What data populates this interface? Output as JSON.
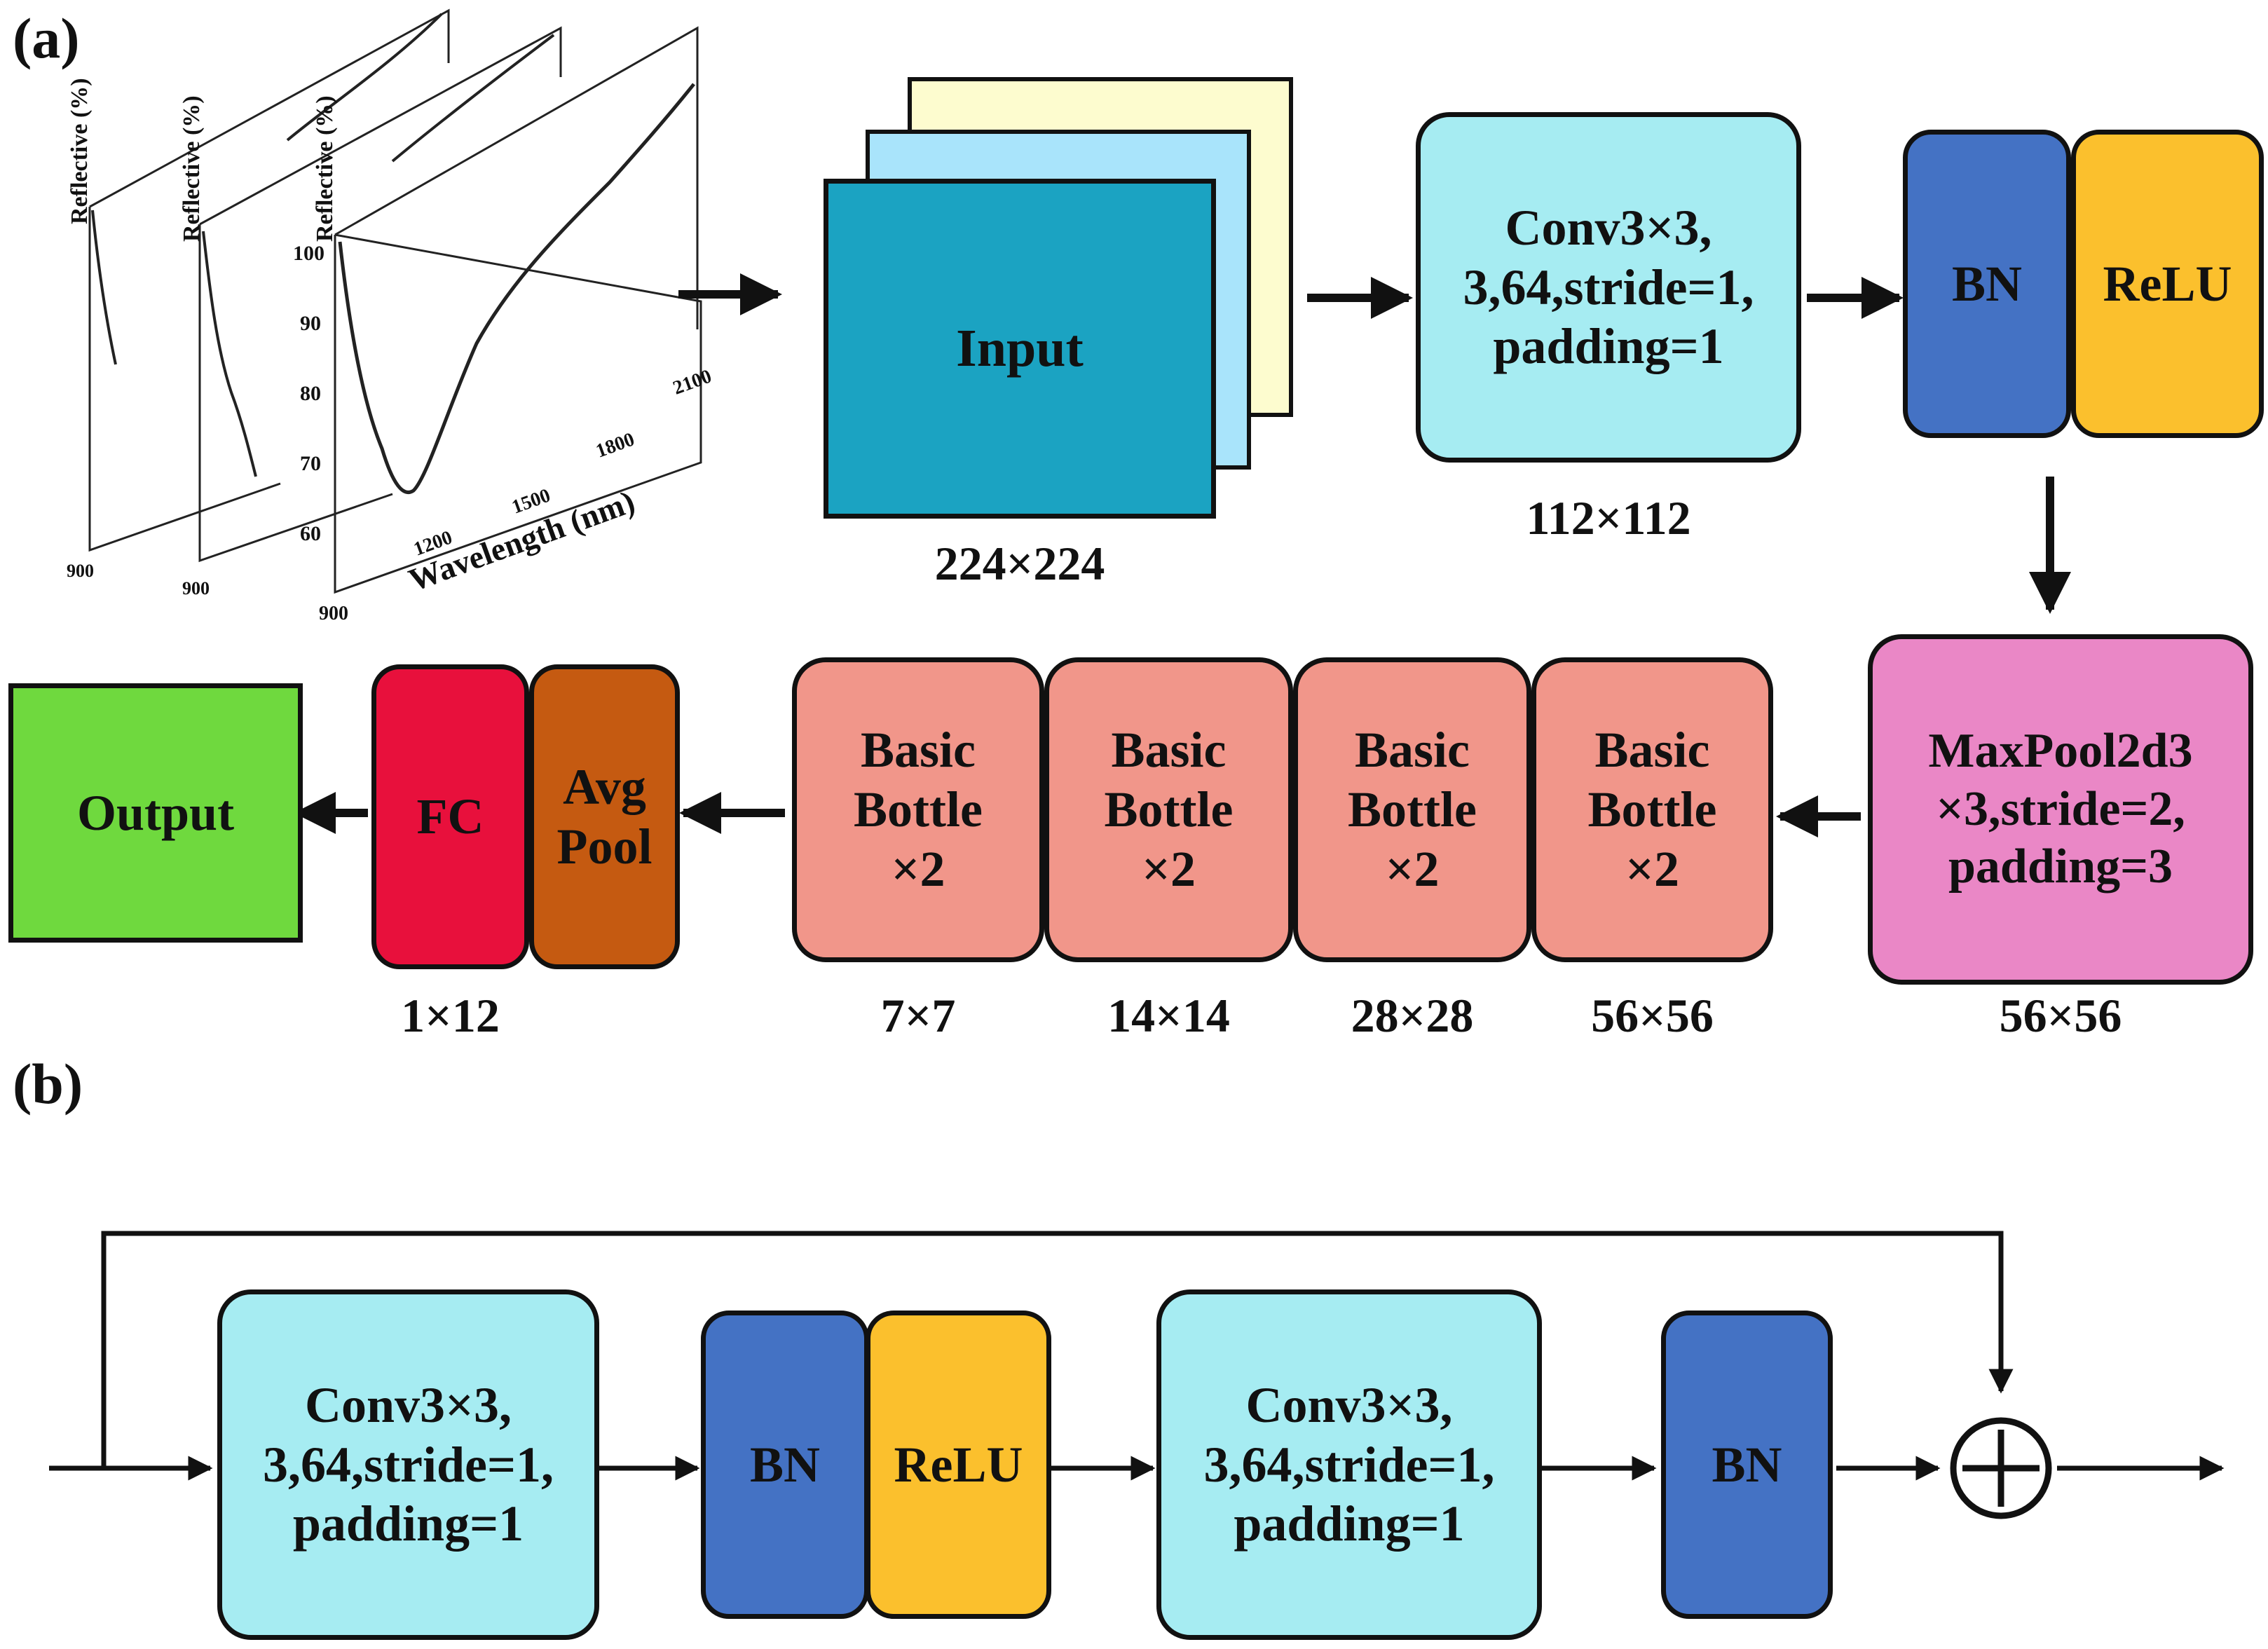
{
  "panels": {
    "a": "(a)",
    "b": "(b)"
  },
  "spectra": {
    "y_axis_label": "Reflective (%)",
    "y_ticks": [
      "100",
      "90",
      "80",
      "70",
      "60"
    ],
    "x_axis_label": "Wavelength (nm)",
    "x_ticks": [
      "900",
      "1200",
      "1500",
      "1800",
      "2100"
    ],
    "x_ticks_short": [
      "900",
      "900"
    ]
  },
  "top_row": {
    "input": {
      "label": "Input",
      "size": "224×224"
    },
    "conv1": {
      "line1": "Conv3×3,",
      "line2": "3,64,stride=1,",
      "line3": "padding=1",
      "size": "112×112"
    },
    "bn": "BN",
    "relu": "ReLU"
  },
  "middle_row": {
    "maxpool": {
      "line1": "MaxPool2d3",
      "line2": "×3,stride=2,",
      "line3": "padding=3",
      "size": "56×56"
    },
    "blocks": [
      {
        "line1": "Basic",
        "line2": "Bottle",
        "line3": "×2",
        "size": "7×7"
      },
      {
        "line1": "Basic",
        "line2": "Bottle",
        "line3": "×2",
        "size": "14×14"
      },
      {
        "line1": "Basic",
        "line2": "Bottle",
        "line3": "×2",
        "size": "28×28"
      },
      {
        "line1": "Basic",
        "line2": "Bottle",
        "line3": "×2",
        "size": "56×56"
      }
    ],
    "fc": "FC",
    "avgpool": {
      "line1": "Avg",
      "line2": "Pool"
    },
    "fc_size": "1×12",
    "output": "Output"
  },
  "bottom_row": {
    "conv_a": {
      "line1": "Conv3×3,",
      "line2": "3,64,stride=1,",
      "line3": "padding=1"
    },
    "bn1": "BN",
    "relu": "ReLU",
    "conv_b": {
      "line1": "Conv3×3,",
      "line2": "3,64,stride=1,",
      "line3": "padding=1"
    },
    "bn2": "BN",
    "add_symbol": "+"
  },
  "colors": {
    "cyan": "#a6ecf2",
    "blue": "#4472c4",
    "yellow": "#fbc02d",
    "salmon": "#f1968a",
    "pink": "#ea87c6",
    "red": "#e8103c",
    "brown": "#c55a11",
    "green": "#6fd93e",
    "input_front": "#1ba3c2",
    "input_mid": "#a9e4fb",
    "input_back": "#fdfccf"
  }
}
